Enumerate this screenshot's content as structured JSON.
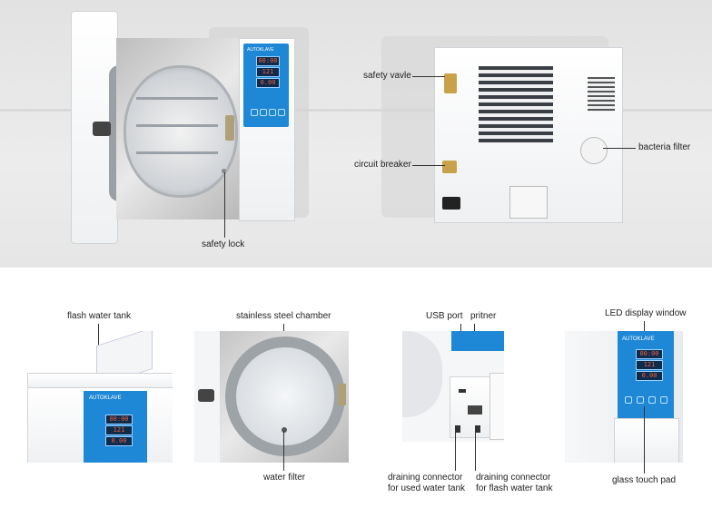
{
  "brand": "AUTOKLAVE",
  "display": {
    "line1": "00:00",
    "line2": "121",
    "line3": "0.00"
  },
  "labels": {
    "safety_lock": "safety lock",
    "safety_vavle": "safety vavle",
    "circuit_breaker": "circuit breaker",
    "bacteria_filter": "bacteria filter",
    "flash_water_tank": "flash water tank",
    "stainless_steel_chamber": "stainless steel chamber",
    "water_filter": "water filter",
    "usb_port": "USB port",
    "pritner": "pritner",
    "draining_used_1": "draining connector",
    "draining_used_2": "for used water tank",
    "draining_flash_1": "draining connector",
    "draining_flash_2": "for flash water tank",
    "led_display_window": "LED display window",
    "glass_touch_pad": "glass touch pad"
  },
  "colors": {
    "panel_blue": "#1e88d6",
    "display_text": "#f06040",
    "banner_bg": "#e6e6e6"
  }
}
